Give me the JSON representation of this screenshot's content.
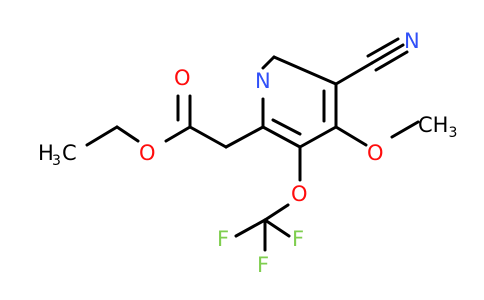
{
  "molecule": {
    "colors": {
      "bond": "#000000",
      "oxygen": "#ff0d0d",
      "nitrogen": "#3050f8",
      "fluorine": "#7fce4f",
      "carbon": "#000000"
    },
    "labels": {
      "nitrile_n": "N",
      "ring_n": "N",
      "carbonyl_o": "O",
      "ester_o": "O",
      "methoxy_o": "O",
      "methyl_text": "CH",
      "methyl_sub": "3",
      "ocf3_o": "O",
      "f_left": "F",
      "f_right": "F",
      "f_bottom": "F",
      "ethyl_main": "H",
      "ethyl_sub": "3",
      "ethyl_c": "C"
    }
  }
}
